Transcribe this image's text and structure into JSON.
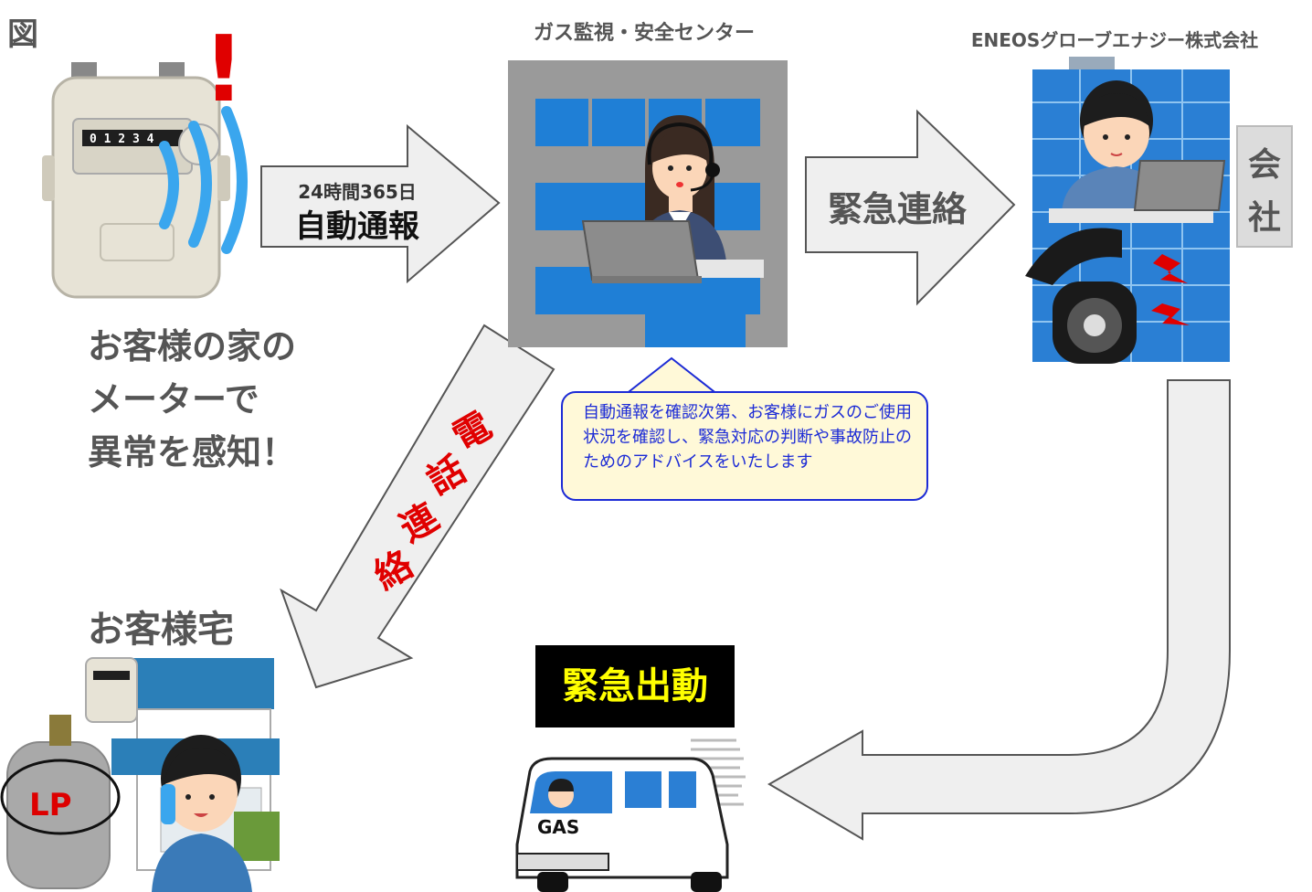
{
  "figure_label": "図",
  "center_title": "ガス監視・安全センター",
  "company_title": "ENEOSグローブエナジー株式会社",
  "meter_caption_lines": [
    "お客様の家の",
    "メーターで",
    "異常を感知！"
  ],
  "meter_digits": "0 1 2 3 4",
  "alert_mark": "!",
  "arrow_auto": {
    "small": "24時間365日",
    "big": "自動通報"
  },
  "arrow_emergency_contact": "緊急連絡",
  "phone_contact_chars": [
    "電",
    "話",
    "連",
    "絡"
  ],
  "callout_text": "自動通報を確認次第、お客様にガスのご使用状況を確認し、緊急対応の判断や事故防止のためのアドバイスをいたします",
  "home_caption": "お客様宅",
  "emergency_dispatch": "緊急出動",
  "company_sign_chars": [
    "会",
    "社"
  ],
  "van_label": "GAS",
  "lp_label": "LP",
  "colors": {
    "arrow_fill": "#efefef",
    "arrow_stroke": "#555555",
    "building_blue": "#1f7fd6",
    "red": "#e00000",
    "callout_border": "#1c2bd6",
    "callout_bg": "#fff9d8",
    "dispatch_text": "#ffff00"
  }
}
